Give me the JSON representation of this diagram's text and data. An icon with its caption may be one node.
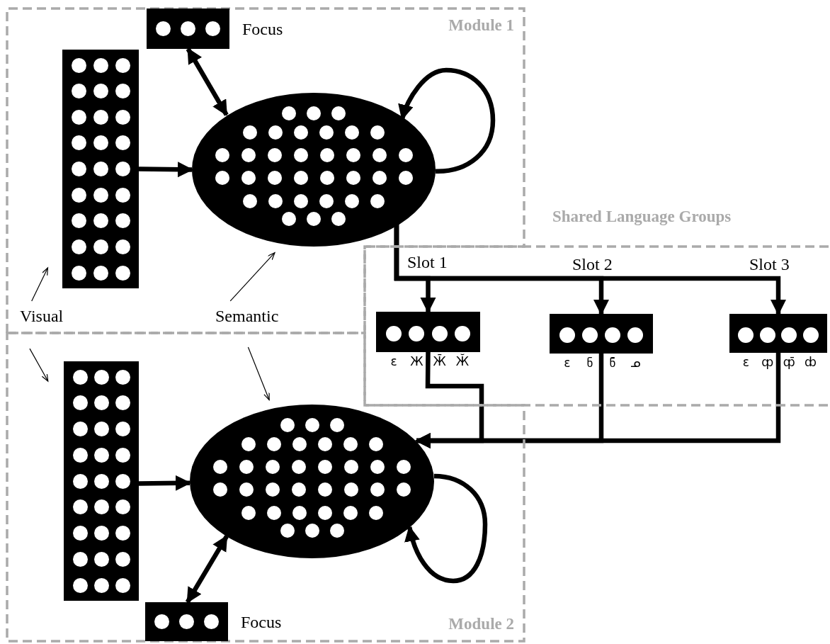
{
  "diagram": {
    "nodes": [
      {
        "text": [
          "Module 1"
        ]
      },
      {
        "text": [],
        "shape": "box",
        "in": 0,
        "beside": [
          "Focus"
        ]
      },
      {
        "text": [],
        "shape": "box",
        "in": 0
      },
      {
        "text": [],
        "shape": "ellipse",
        "in": 0
      },
      {
        "text": [
          "Module 2"
        ]
      },
      {
        "text": [],
        "shape": "box",
        "in": 4,
        "beside": [
          "Focus"
        ]
      },
      {
        "text": [],
        "shape": "box",
        "in": 4
      },
      {
        "text": [],
        "shape": "ellipse",
        "in": 4
      },
      {
        "text": [
          "Shared Language Groups"
        ]
      },
      {
        "text": [],
        "shape": "box",
        "in": 8,
        "beside": [
          "ε",
          "Ж",
          "Ж̄",
          "Ӂ"
        ]
      },
      {
        "text": [],
        "shape": "box",
        "in": 8,
        "beside": [
          "ε",
          "ნ",
          "ნ̄",
          "ᓄ"
        ]
      },
      {
        "text": [],
        "shape": "box",
        "in": 8,
        "beside": [
          "ε",
          "ȹ",
          "ȹ̄",
          "ȸ"
        ]
      },
      {
        "text": [
          "Visual"
        ],
        "in": 0
      },
      {
        "text": [
          "Semantic"
        ],
        "in": 0
      }
    ],
    "edges": [
      {
        "from": 2,
        "to": 3,
        "arrow": "to"
      },
      {
        "from": 1,
        "to": 3,
        "arrow": "both"
      },
      {
        "from": 3,
        "to": 3,
        "arrow": "to"
      },
      {
        "from": 6,
        "to": 7,
        "arrow": "to"
      },
      {
        "from": 5,
        "to": 7,
        "arrow": "both"
      },
      {
        "from": 7,
        "to": 7,
        "arrow": "to"
      },
      {
        "from": 3,
        "to": 9,
        "arrow": "to"
      },
      {
        "from": 3,
        "to": 10,
        "arrow": "to"
      },
      {
        "from": 3,
        "to": 11,
        "arrow": "to"
      },
      {
        "from": 9,
        "to": 7,
        "arrow": "to"
      },
      {
        "from": 10,
        "to": 7,
        "arrow": "to"
      },
      {
        "from": 11,
        "to": 7,
        "arrow": "to"
      },
      {
        "from": 12,
        "to": 2,
        "arrow": "to"
      },
      {
        "from": 12,
        "to": 6,
        "arrow": "to"
      },
      {
        "from": 13,
        "to": 3,
        "arrow": "to"
      },
      {
        "from": 13,
        "to": 7,
        "arrow": "to"
      }
    ],
    "labels": [
      "Slot 1",
      "Slot 2",
      "Slot 3"
    ]
  }
}
